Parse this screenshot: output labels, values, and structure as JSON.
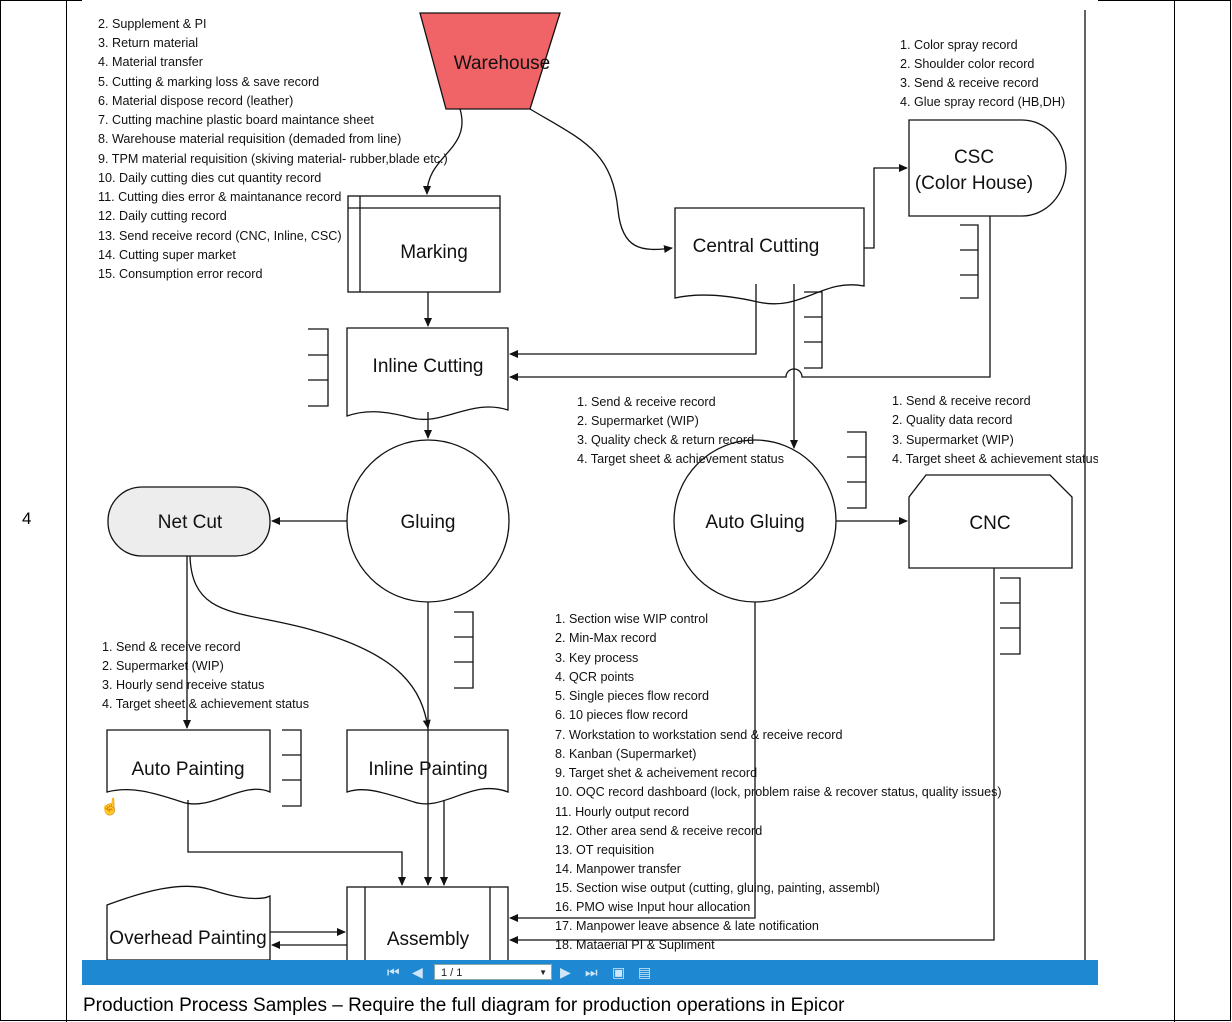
{
  "table": {
    "row_number": "4",
    "caption": "Production Process Samples – Require the full diagram for production operations in Epicor"
  },
  "diagram": {
    "nodes": {
      "warehouse": "Warehouse",
      "marking": "Marking",
      "central_cutting": "Central Cutting",
      "csc_line1": "CSC",
      "csc_line2": "(Color House)",
      "inline_cutting": "Inline Cutting",
      "gluing": "Gluing",
      "auto_gluing": "Auto Gluing",
      "net_cut": "Net Cut",
      "cnc": "CNC",
      "auto_painting": "Auto Painting",
      "inline_painting": "Inline Painting",
      "overhead_painting": "Overhead Painting",
      "assembly": "Assembly"
    },
    "warehouse_records": [
      "2. Supplement & PI",
      "3. Return material",
      "4. Material transfer",
      "5. Cutting & marking loss & save record",
      "6. Material dispose record (leather)",
      "7. Cutting machine plastic board maintance sheet",
      "8. Warehouse material requisition (demaded from line)",
      "9. TPM material requisition (skiving material- rubber,blade etc.)",
      "10. Daily cutting dies cut quantity record",
      "11. Cutting dies error & maintanance record",
      "12. Daily cutting record",
      "13. Send receive record (CNC, Inline, CSC)",
      "14. Cutting super market",
      "15. Consumption error record"
    ],
    "csc_records": [
      "1. Color spray record",
      "2. Shoulder color record",
      "3. Send & receive record",
      "4. Glue spray record (HB,DH)"
    ],
    "auto_gluing_records": [
      "1. Send & receive record",
      "2. Supermarket (WIP)",
      "3. Quality check & return record",
      "4. Target sheet & achievement status"
    ],
    "cnc_records": [
      "1. Send & receive record",
      "2. Quality data record",
      "3. Supermarket (WIP)",
      "4. Target sheet & achievement status"
    ],
    "painting_records": [
      "1. Send & receive record",
      "2. Supermarket (WIP)",
      "3. Hourly send receive status",
      "4. Target sheet & achievement status"
    ],
    "assembly_records": [
      "1. Section wise WIP control",
      "2. Min-Max record",
      "3. Key process",
      "4. QCR points",
      "5. Single pieces flow record",
      "6. 10 pieces flow record",
      "7. Workstation to workstation send & receive record",
      "8. Kanban (Supermarket)",
      "9. Target shet & acheivement record",
      "10. OQC record dashboard (lock, problem raise & recover status, quality issues)",
      "11. Hourly output record",
      "12. Other area send & receive record",
      "13. OT requisition",
      "14. Manpower transfer",
      "15. Section wise output (cutting, gluing, painting, assembl)",
      "16. PMO wise Input hour allocation",
      "17. Manpower leave absence & late notification",
      "18. Mataerial PI & Supliment"
    ],
    "colors": {
      "warehouse_fill": "#f06467",
      "net_cut_fill": "#ededed",
      "viewer_bar": "#1e88d2"
    }
  },
  "viewer": {
    "page_indicator": "1 / 1",
    "icons": [
      "first-page-icon",
      "prev-page-icon",
      "next-page-icon",
      "last-page-icon",
      "save-icon",
      "print-icon"
    ]
  }
}
